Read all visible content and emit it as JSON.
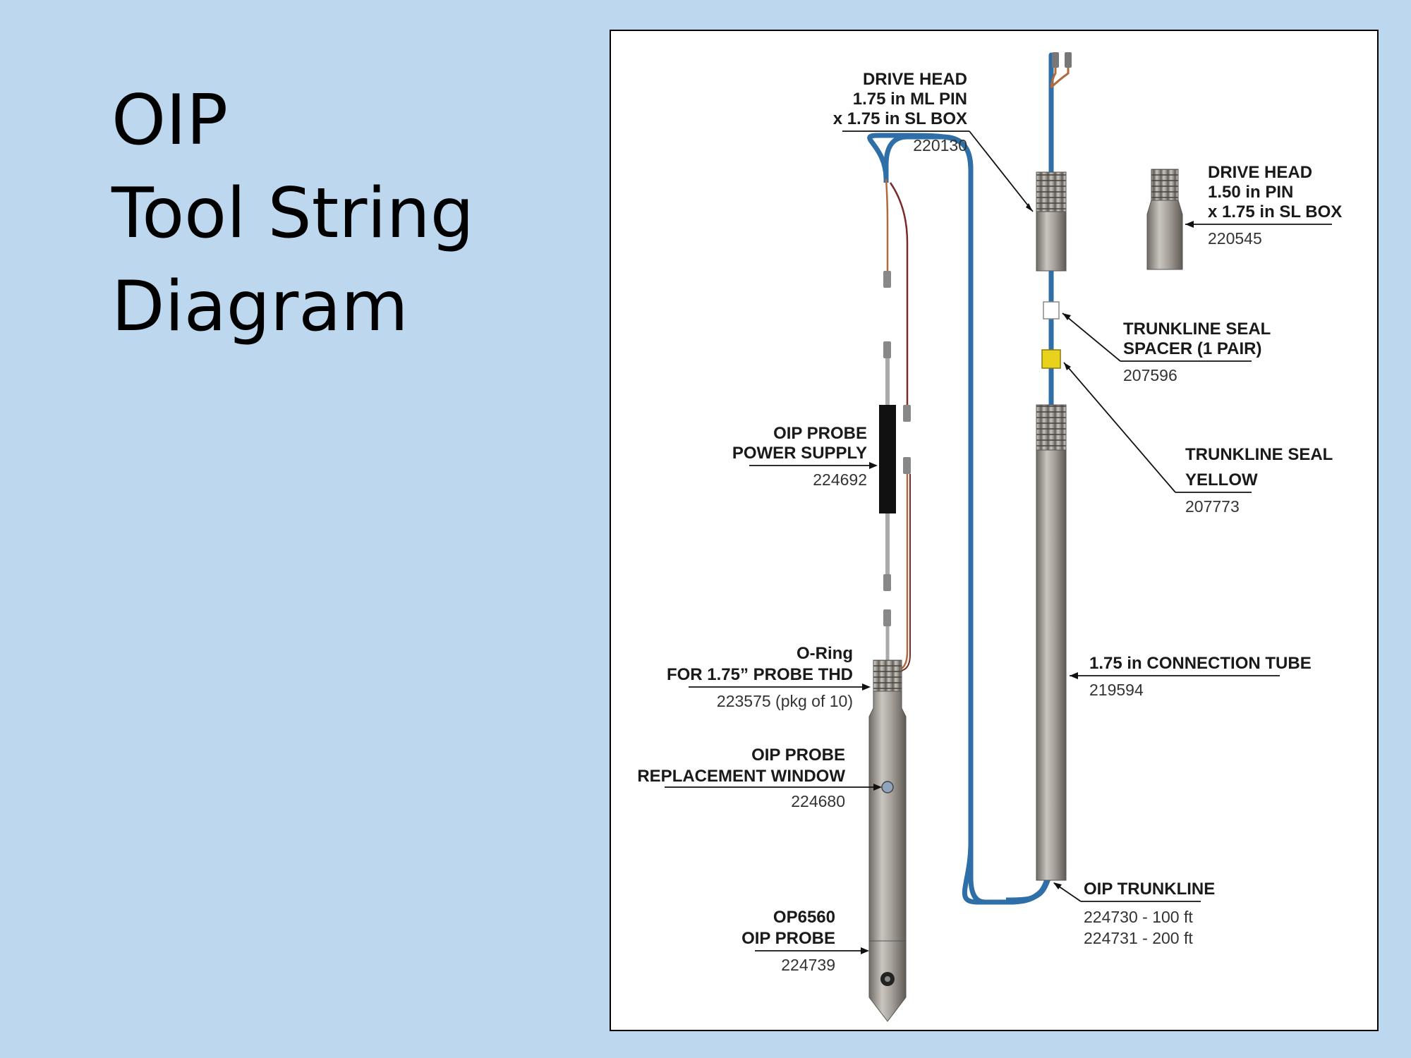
{
  "slide": {
    "title_lines": [
      "OIP",
      "Tool String",
      "Diagram"
    ]
  },
  "diagram": {
    "parts": {
      "drive_head_175": {
        "lines": [
          "DRIVE HEAD",
          "1.75 in ML PIN",
          "x 1.75 in SL BOX"
        ],
        "part_number": "220130"
      },
      "drive_head_150": {
        "lines": [
          "DRIVE HEAD",
          "1.50 in PIN",
          "x 1.75 in SL BOX"
        ],
        "part_number": "220545"
      },
      "trunkline_seal_spacer": {
        "lines": [
          "TRUNKLINE SEAL",
          "SPACER (1 PAIR)"
        ],
        "part_number": "207596"
      },
      "trunkline_seal_yellow": {
        "lines": [
          "TRUNKLINE SEAL",
          "YELLOW"
        ],
        "part_number": "207773"
      },
      "probe_power_supply": {
        "lines": [
          "OIP PROBE",
          "POWER SUPPLY"
        ],
        "part_number": "224692"
      },
      "connection_tube": {
        "lines": [
          "1.75 in CONNECTION TUBE"
        ],
        "part_number": "219594"
      },
      "o_ring": {
        "lines": [
          "O-Ring",
          "FOR 1.75” PROBE THD"
        ],
        "part_number": "223575 (pkg of 10)"
      },
      "replacement_window": {
        "lines": [
          "OIP PROBE",
          "REPLACEMENT WINDOW"
        ],
        "part_number": "224680"
      },
      "trunkline": {
        "lines": [
          "OIP TRUNKLINE"
        ],
        "part_numbers": [
          "224730 - 100 ft",
          "224731 - 200 ft"
        ]
      },
      "probe": {
        "lines": [
          "OP6560",
          "OIP PROBE"
        ],
        "part_number": "224739"
      }
    },
    "colors": {
      "trunkline_blue": "#2e6fa8",
      "steel_gray": "#9a958e",
      "seal_yellow": "#e8d21c",
      "power_supply_black": "#111111",
      "wire_copper": "#b06a3c",
      "wire_dark": "#7a2a2a"
    }
  }
}
